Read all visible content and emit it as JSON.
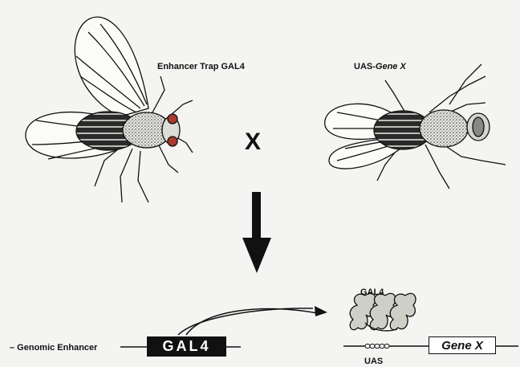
{
  "labels": {
    "left_parent": "Enhancer Trap GAL4",
    "right_parent_prefix": "UAS-",
    "right_parent_gene": "Gene X",
    "cross": "X",
    "gal4_protein": "GAL4",
    "genomic_enhancer": "– Genomic Enhancer",
    "gal4_gene": "GAL4",
    "uas": "UAS",
    "gene_x": "Gene X"
  },
  "icons": [
    "fly-left-icon",
    "fly-right-icon",
    "down-arrow-icon",
    "curved-arrow-icon",
    "gal4-dimer-icon"
  ]
}
